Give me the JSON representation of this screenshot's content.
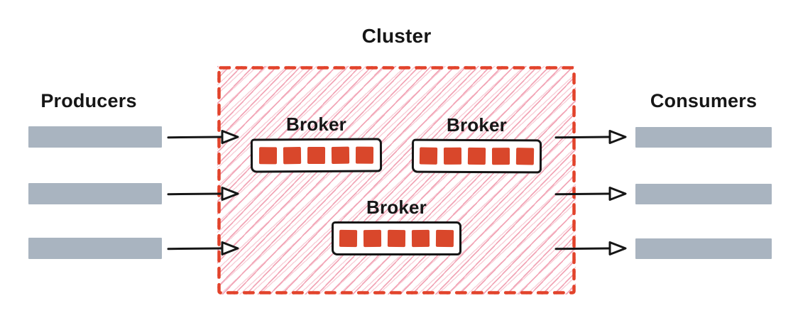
{
  "cluster": {
    "title": "Cluster"
  },
  "producers": {
    "label": "Producers",
    "stream_count": 3
  },
  "consumers": {
    "label": "Consumers",
    "stream_count": 3
  },
  "brokers": [
    {
      "label": "Broker",
      "partition_count": 5
    },
    {
      "label": "Broker",
      "partition_count": 5
    },
    {
      "label": "Broker",
      "partition_count": 5
    }
  ],
  "colors": {
    "cluster_border_red": "#E2432B",
    "partition_red": "#D9472B",
    "stream_bar_gray": "#A9B4C0",
    "hatch_pink": "#F2A6B7",
    "hatch_pink_light": "#F8CFD8",
    "ink": "#161616"
  }
}
